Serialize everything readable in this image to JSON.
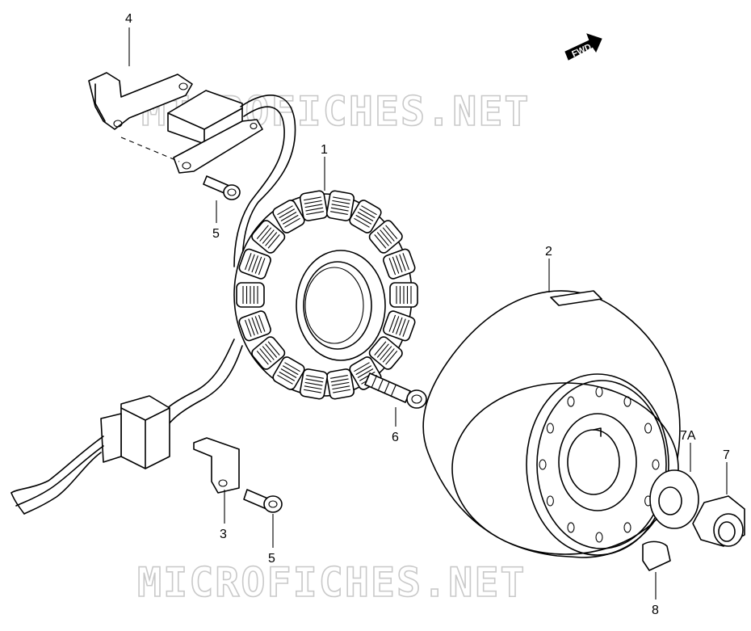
{
  "watermark": {
    "top": "MICROFICHES.NET",
    "bottom": "MICROFICHES.NET"
  },
  "direction_badge": {
    "label": "FWD"
  },
  "callouts": {
    "stator": "1",
    "rotor": "2",
    "bracket_small": "3",
    "bracket_clamp": "4",
    "screw_upper": "5",
    "screw_lower": "5",
    "bolt_stator": "6",
    "washer": "7A",
    "nut": "7",
    "key": "8"
  }
}
